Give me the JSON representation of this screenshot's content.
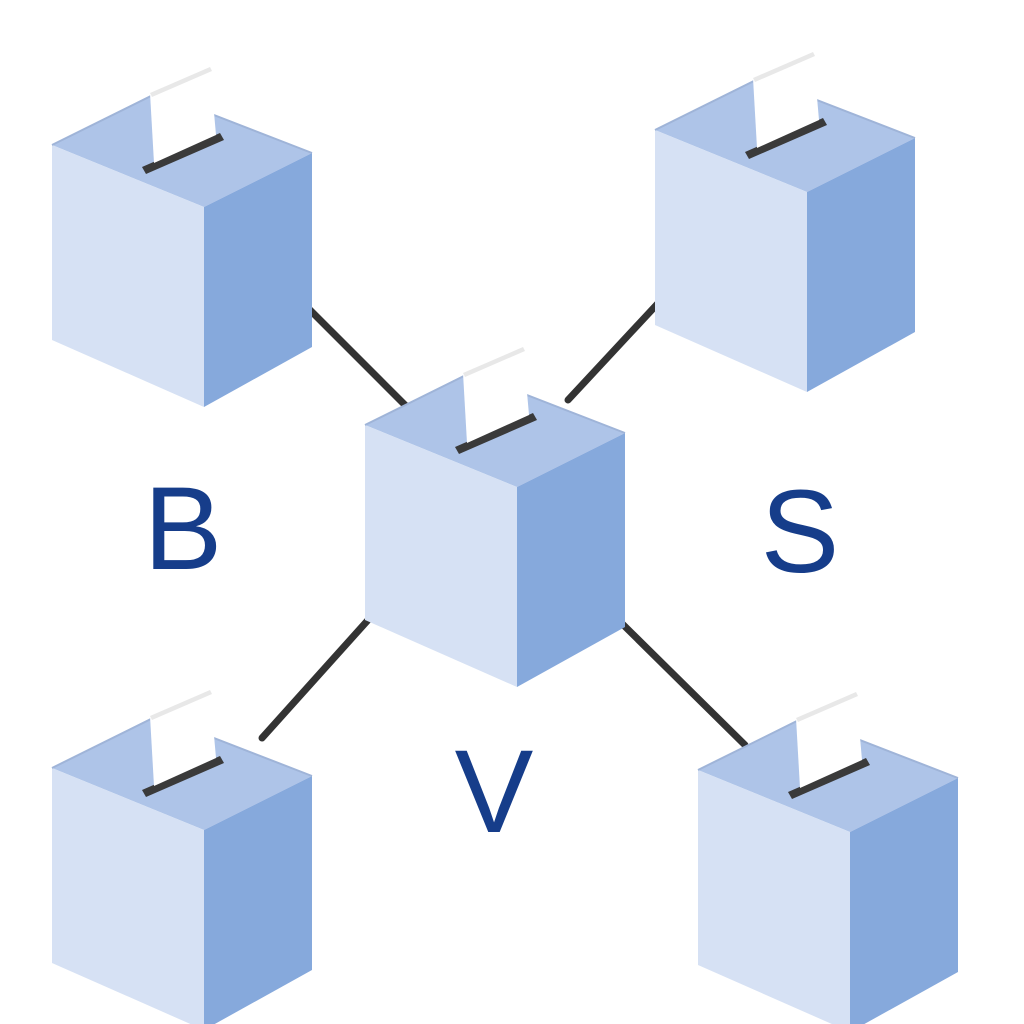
{
  "colors": {
    "letter": "#163d8a",
    "connector": "#333333",
    "box_top": "#aec4e8",
    "box_left": "#d6e1f4",
    "box_right": "#86a9dc",
    "ballot": "#ffffff",
    "slot": "#3a3a3a"
  },
  "icon": "ballot-box-icon",
  "labels": {
    "b": "B",
    "s": "S",
    "v": "V"
  }
}
